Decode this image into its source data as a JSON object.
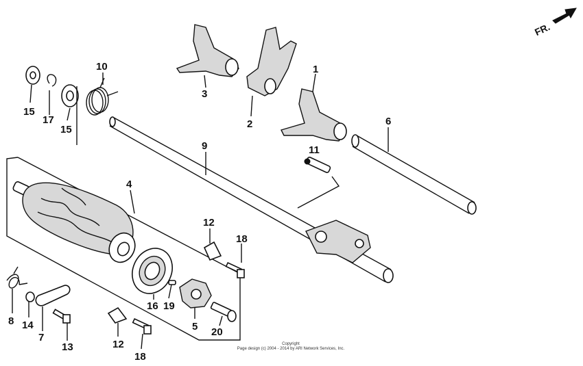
{
  "orientation": {
    "label": "FR.",
    "icon": "arrow-right-icon"
  },
  "callouts": {
    "c1": "1",
    "c2": "2",
    "c3": "3",
    "c4": "4",
    "c5": "5",
    "c6": "6",
    "c7": "7",
    "c8": "8",
    "c9": "9",
    "c10": "10",
    "c11": "11",
    "c12a": "12",
    "c12b": "12",
    "c13": "13",
    "c14": "14",
    "c15a": "15",
    "c15b": "15",
    "c16": "16",
    "c17": "17",
    "c18a": "18",
    "c18b": "18",
    "c19": "19",
    "c20": "20"
  },
  "copyright": {
    "line1": "Copyright",
    "line2": "Page design (c) 2004 - 2014 by ARI Network Services, Inc."
  }
}
